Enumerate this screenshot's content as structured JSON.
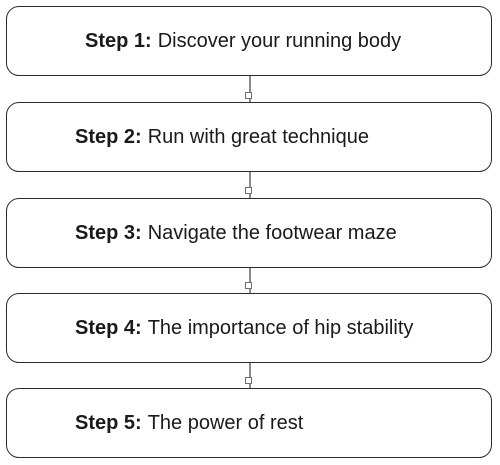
{
  "steps": [
    {
      "label": "Step 1:",
      "text": "Discover your running body"
    },
    {
      "label": "Step 2:",
      "text": "Run with great technique"
    },
    {
      "label": "Step 3:",
      "text": "Navigate the footwear maze"
    },
    {
      "label": "Step 4:",
      "text": "The importance of hip stability"
    },
    {
      "label": "Step 5:",
      "text": "The power of rest"
    }
  ]
}
